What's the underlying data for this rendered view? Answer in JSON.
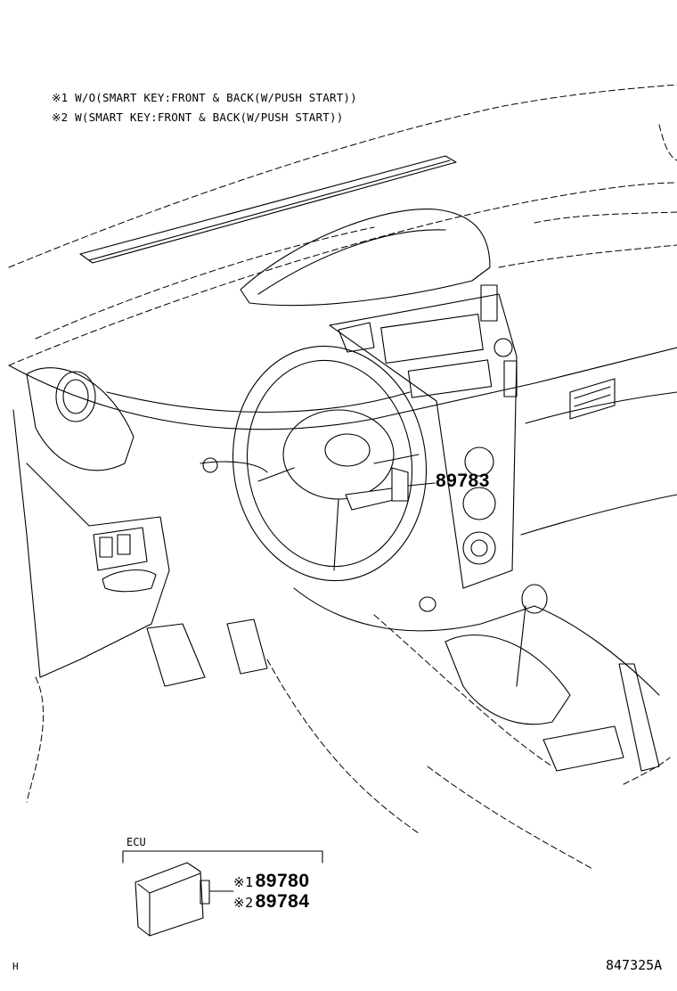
{
  "notes": {
    "note1": "※1 W/O(SMART KEY:FRONT & BACK(W/PUSH START))",
    "note2": "※2 W(SMART KEY:FRONT & BACK(W/PUSH START))"
  },
  "callouts": {
    "steering_part": "89783",
    "ecu_label": "ECU",
    "ecu_part_1_mark": "※1",
    "ecu_part_1": "89780",
    "ecu_part_2_mark": "※2",
    "ecu_part_2": "89784"
  },
  "footer": {
    "left_code": "H",
    "illustration_number": "847325A"
  }
}
